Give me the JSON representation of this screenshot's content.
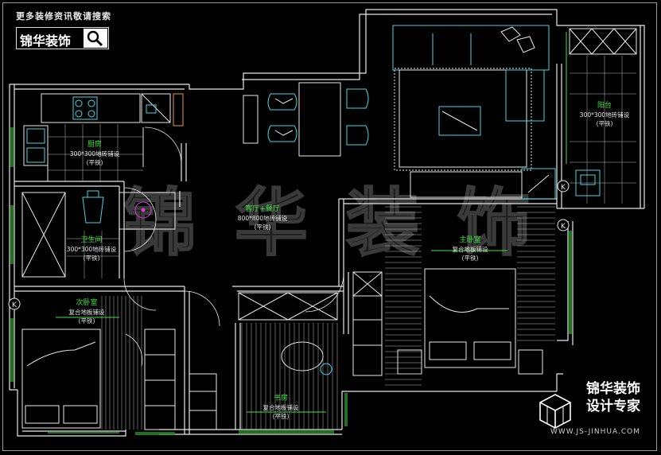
{
  "header": {
    "search_hint": "更多装修资讯敬请搜索",
    "logo_text": "锦华装饰"
  },
  "watermark": {
    "text": "锦 华 装 饰"
  },
  "brand": {
    "line1": "锦华装饰",
    "line2": "设计专家",
    "url": "WWW.JS-JINHUA.COM"
  },
  "rooms": [
    {
      "id": "kitchen",
      "name": "厨房",
      "floor": "300*300地砖铺设",
      "note": "(平铁)"
    },
    {
      "id": "living",
      "name": "客厅+餐厅",
      "floor": "800*800地砖铺设",
      "note": "(平铁)"
    },
    {
      "id": "balcony",
      "name": "阳台",
      "floor": "300*300地砖铺设",
      "note": "(平铁)"
    },
    {
      "id": "bathroom",
      "name": "卫生间",
      "floor": "300*300地砖铺设",
      "note": "(平铁)"
    },
    {
      "id": "master",
      "name": "主卧室",
      "floor": "复合地板铺设",
      "note": "(平铁)"
    },
    {
      "id": "second",
      "name": "次卧室",
      "floor": "复合地板铺设",
      "note": "(平铁)"
    },
    {
      "id": "study",
      "name": "书房",
      "floor": "复合地板铺设",
      "note": "(平铁)"
    }
  ],
  "markers": [
    {
      "label": "K"
    },
    {
      "label": "K"
    },
    {
      "label": "K"
    }
  ],
  "colors": {
    "wall": "#e8e8e8",
    "furniture": "#40d8e0",
    "room_label": "#3fe23f",
    "note": "#e6e6e6",
    "door": "#e8e8e8",
    "window": "#3fe23f",
    "accent": "#e8a020",
    "magenta": "#d040d0"
  }
}
